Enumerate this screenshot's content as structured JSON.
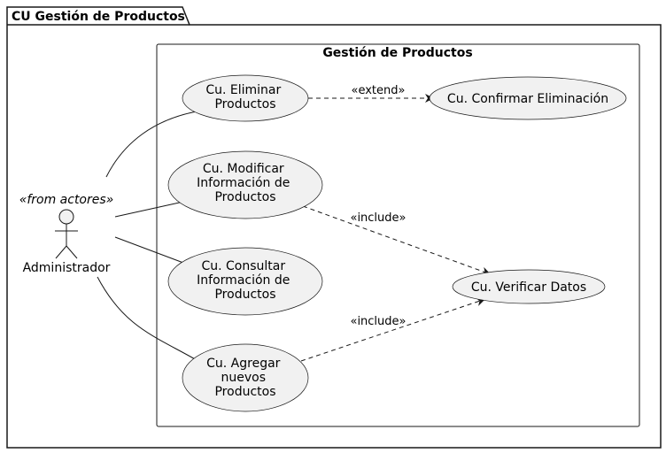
{
  "package": {
    "title": "CU Gestión de Productos"
  },
  "system": {
    "title": "Gestión de Productos"
  },
  "actor": {
    "name": "Administrador",
    "stereotype": "«from actores»"
  },
  "use_cases": {
    "eliminar": {
      "lines": [
        "Cu. Eliminar",
        "Productos"
      ]
    },
    "modificar": {
      "lines": [
        "Cu. Modificar",
        "Información de",
        "Productos"
      ]
    },
    "consultar": {
      "lines": [
        "Cu. Consultar",
        "Información de",
        "Productos"
      ]
    },
    "agregar": {
      "lines": [
        "Cu. Agregar",
        "nuevos",
        "Productos"
      ]
    },
    "confirmar": {
      "lines": [
        "Cu. Confirmar Eliminación"
      ]
    },
    "verificar": {
      "lines": [
        "Cu. Verificar Datos"
      ]
    }
  },
  "relations": {
    "extend": {
      "label": "«extend»"
    },
    "include1": {
      "label": "«include»"
    },
    "include2": {
      "label": "«include»"
    }
  },
  "colors": {
    "ellipse_fill": "#f1f1f1",
    "stroke": "#181818"
  }
}
